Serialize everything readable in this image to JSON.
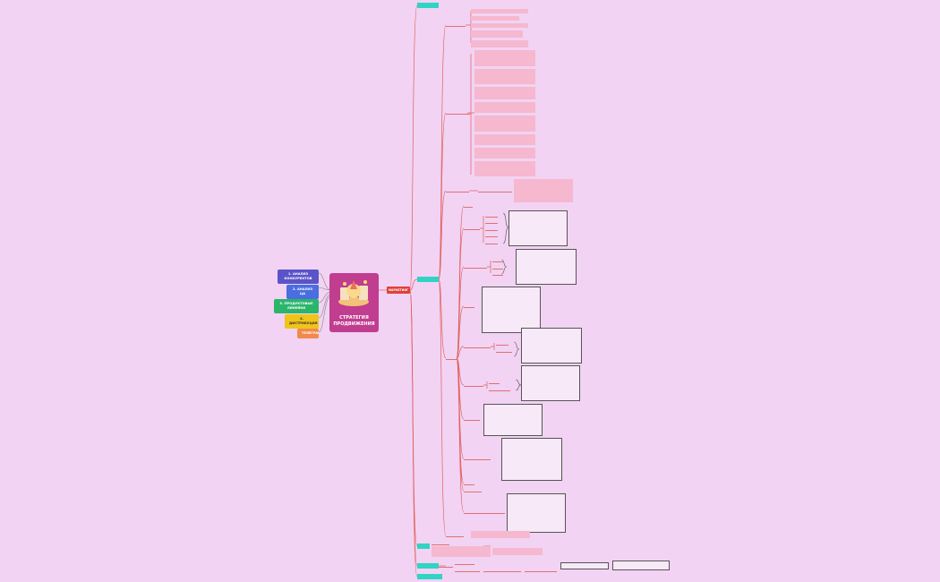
{
  "center": {
    "title_line1": "СТРАТЕГИЯ",
    "title_line2": "ПРОДВИЖЕНИЯ"
  },
  "left_branches": [
    {
      "label": "1. АНАЛИЗ КОНКУРЕНТОВ",
      "color": "#5a54c8"
    },
    {
      "label": "2. АНАЛИЗ ЦА",
      "color": "#4a6ee0"
    },
    {
      "label": "3. ПРОДУКТОВЫЕ ЛИНЕЙКИ",
      "color": "#2bb56b"
    },
    {
      "label": "4. ДИСТРИБУЦИЯ",
      "color": "#f0c419"
    },
    {
      "label": "ТЕЛЕГРАМ",
      "color": "#f08a4b"
    }
  ],
  "right_hub": {
    "label": "МАРКЕТИНГ",
    "color": "#e0403a"
  },
  "colors": {
    "background": "#f2d3f3",
    "link": "#e0605e",
    "teal_node": "#2fd4c4",
    "pink_node": "#f5b8cf"
  }
}
